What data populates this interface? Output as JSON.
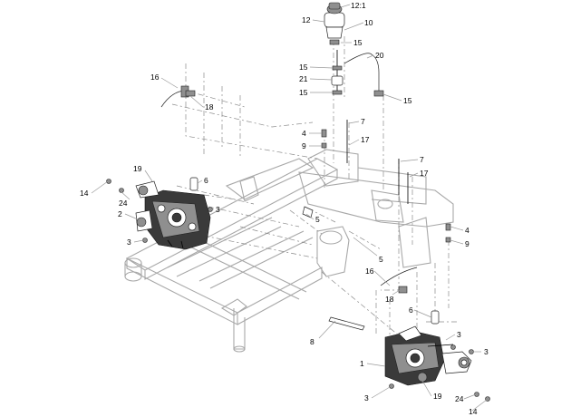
{
  "callouts": [
    "12:1",
    "12",
    "10",
    "15",
    "20",
    "15",
    "21",
    "15",
    "15",
    "16",
    "18",
    "4",
    "7",
    "9",
    "17",
    "7",
    "17",
    "19",
    "6",
    "14",
    "24",
    "3",
    "2",
    "3",
    "5",
    "5",
    "4",
    "9",
    "16",
    "18",
    "6",
    "8",
    "3",
    "3",
    "1",
    "3",
    "19",
    "24",
    "14"
  ]
}
